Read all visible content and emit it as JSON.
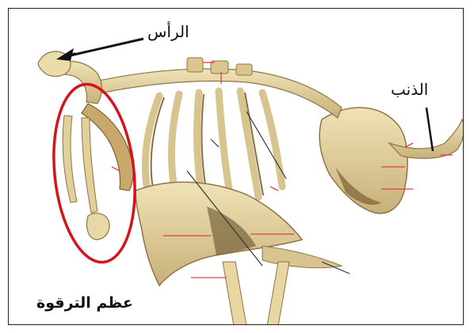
{
  "labels": {
    "head": "الرأس",
    "tail": "الذنب",
    "clavicle": "عظم الترقوة"
  },
  "colors": {
    "bone": "#e6d7a3",
    "bone_dark": "#a98a52",
    "bone_shadow": "#6e5a36",
    "highlight_ring": "#d3151b",
    "marker": "#e04040",
    "pointer": "#111111"
  }
}
